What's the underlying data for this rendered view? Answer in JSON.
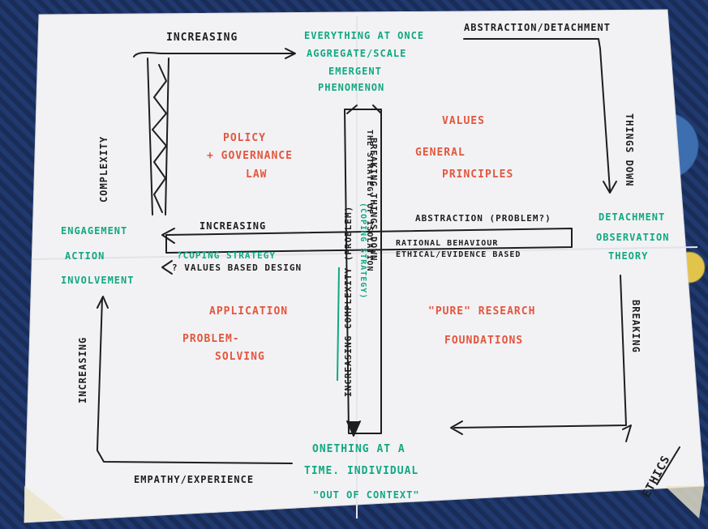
{
  "top": {
    "increasing_top": "INCREASING",
    "everything_line1": "EVERYTHING AT ONCE",
    "everything_line2": "AGGREGATE/SCALE",
    "everything_line3": "EMERGENT",
    "everything_line4": "PHENOMENON",
    "abstraction_detachment": "ABSTRACTION/DETACHMENT"
  },
  "left": {
    "complexity": "COMPLEXITY",
    "engagement": "ENGAGEMENT",
    "action": "ACTION",
    "involvement": "INVOLVEMENT",
    "increasing_left": "INCREASING"
  },
  "right": {
    "things_down": "THINGS DOWN",
    "detachment": "DETACHMENT",
    "observation": "OBSERVATION",
    "theory": "THEORY",
    "breaking": "BREAKING",
    "ethics": "ETHICS"
  },
  "quadrants": {
    "policy": "POLICY",
    "governance": "+ GOVERNANCE",
    "law": "LAW",
    "values": "VALUES",
    "general": "GENERAL",
    "principles": "PRINCIPLES",
    "application": "APPLICATION",
    "problem": "PROBLEM-",
    "solving": "SOLVING",
    "pure_research": "\"PURE\" RESEARCH",
    "foundations": "FOUNDATIONS"
  },
  "center": {
    "increasing_mid": "INCREASING",
    "abstraction_problem": "ABSTRACTION (PROBLEM?)",
    "coping_strategy": "?COPING STRATEGY",
    "values_based_design": "? VALUES BASED DESIGN",
    "rational_behaviour": "RATIONAL BEHAVIOUR",
    "ethical_evidence": "ETHICAL/EVIDENCE BASED",
    "vertical_left": "INCREASING COMPLEXITY (PROBLEM)",
    "vertical_right1": "BREAKING THINGS DOWN",
    "vertical_right2": "THE STRATEGY OF ISOLATION",
    "vertical_green": "(COPING STRATEGY)"
  },
  "bottom": {
    "one_thing_line1": "ONETHING AT A",
    "one_thing_line2": "TIME. INDIVIDUAL",
    "one_thing_line3": "\"OUT OF CONTEXT\"",
    "empathy": "EMPATHY/EXPERIENCE"
  },
  "colors": {
    "ink_black": "#1e1e1e",
    "ink_green": "#12a882",
    "ink_red": "#e3563e",
    "paper": "#f1f1f3",
    "carpet": "#1b2f5c"
  }
}
